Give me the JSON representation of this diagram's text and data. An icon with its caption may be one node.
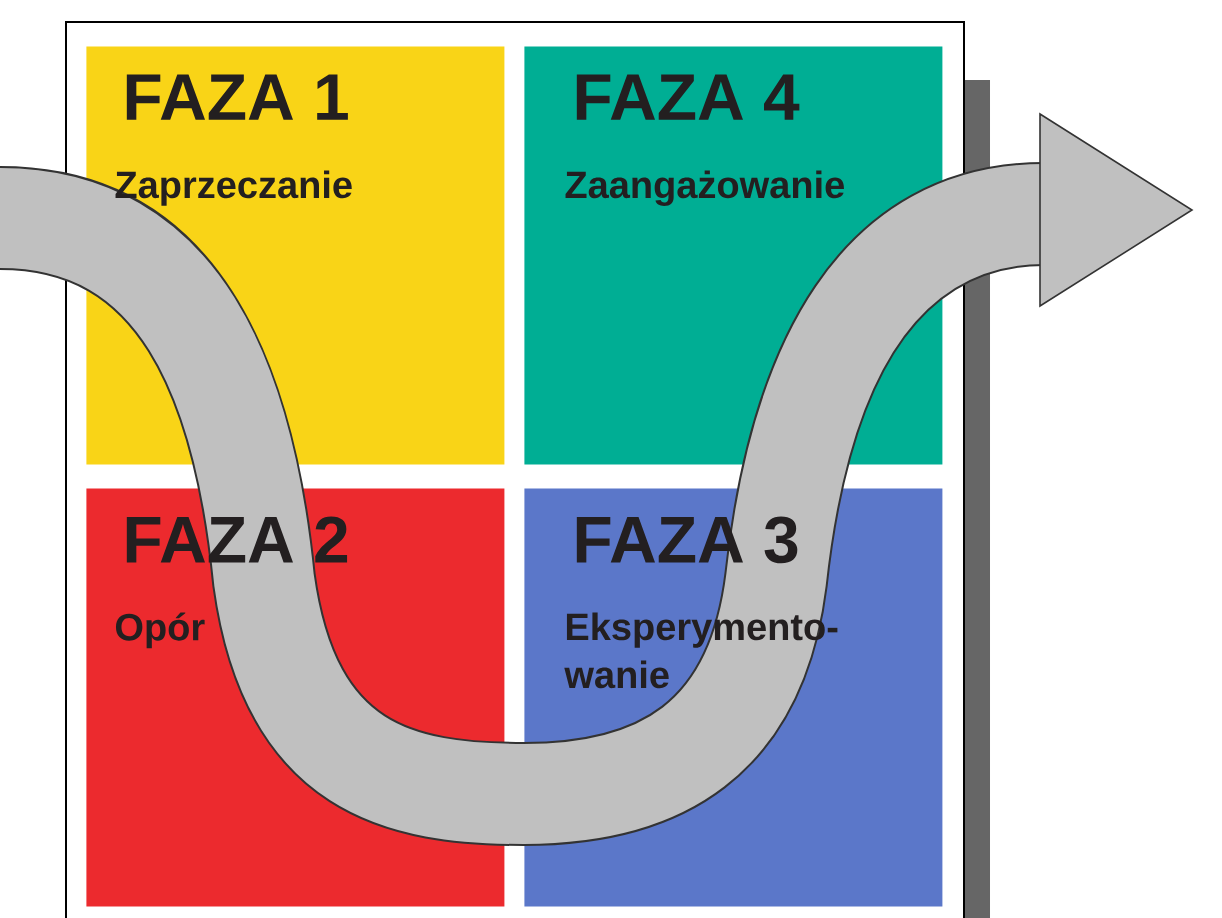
{
  "diagram": {
    "nodes": [
      {
        "text": [
          "FAZA 1",
          "Zaprzeczanie"
        ]
      },
      {
        "text": [
          "FAZA 4",
          "Zaangażowanie"
        ]
      },
      {
        "text": [
          "FAZA 2",
          "Opór"
        ]
      },
      {
        "text": [
          "FAZA 3",
          "Eksperymento-wanie"
        ]
      }
    ]
  }
}
